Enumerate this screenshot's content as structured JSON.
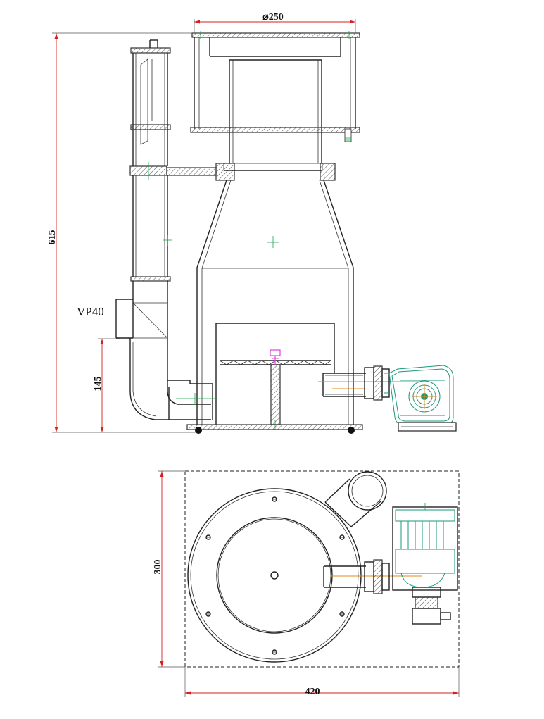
{
  "dimensions": {
    "top_diameter": "⌀250",
    "total_height": "615",
    "inlet_height": "145",
    "depth": "300",
    "width": "420"
  },
  "labels": {
    "pump_model": "VP40"
  },
  "colors": {
    "dimension_line": "#d42020",
    "centerline": "#1aa34a",
    "pump_outline": "#1a9a7e",
    "pipe_axis": "#e08a1e",
    "drain_valve": "#e040e0"
  }
}
